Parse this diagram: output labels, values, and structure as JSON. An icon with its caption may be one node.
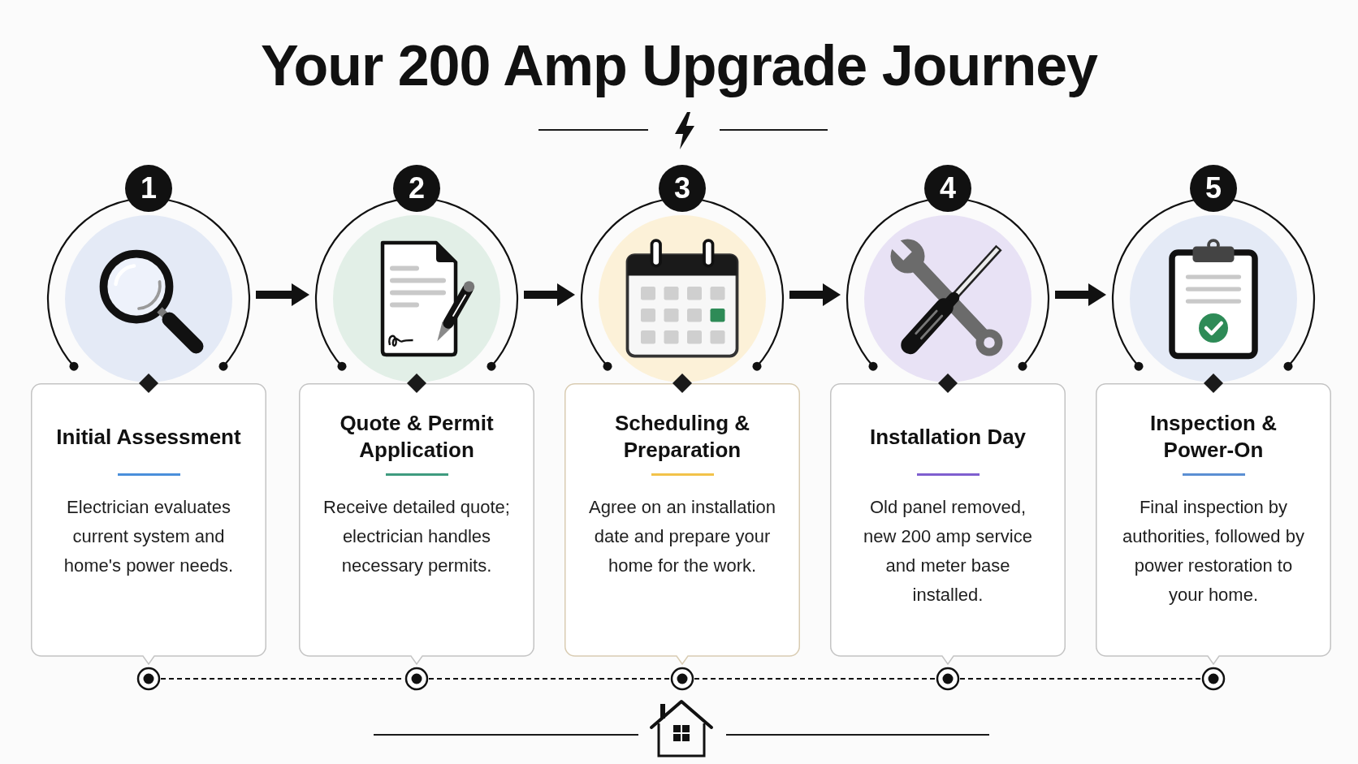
{
  "diagram": {
    "title": "Your 200 Amp Upgrade Journey",
    "nodes": [
      {
        "text": [
          "1"
        ]
      },
      {
        "text": [],
        "shape": "picture"
      },
      {
        "text": [
          "Initial Assessment",
          "Electrician evaluates current system and home's power needs."
        ]
      },
      {
        "text": [
          "2"
        ]
      },
      {
        "text": [],
        "shape": "picture"
      },
      {
        "text": [
          "Quote & Permit Application",
          "Receive detailed quote; electrician handles necessary permits."
        ]
      },
      {
        "text": [
          "3"
        ]
      },
      {
        "text": [],
        "shape": "picture"
      },
      {
        "text": [
          "Scheduling & Preparation",
          "Agree on an installation date and prepare your home for the work."
        ]
      },
      {
        "text": [
          "4"
        ]
      },
      {
        "text": [],
        "shape": "picture"
      },
      {
        "text": [
          "Installation Day",
          "Old panel removed, new 200 amp service and meter base installed."
        ]
      },
      {
        "text": [
          "5"
        ]
      },
      {
        "text": [],
        "shape": "picture"
      },
      {
        "text": [
          "Inspection & Power-On",
          "Final inspection by authorities, followed by power restoration to your home."
        ]
      },
      {
        "text": [],
        "shape": "circle"
      },
      {
        "text": [],
        "shape": "circle"
      },
      {
        "text": [],
        "shape": "circle"
      },
      {
        "text": [],
        "shape": "circle"
      },
      {
        "text": [],
        "shape": "circle"
      }
    ],
    "edges": [
      {
        "from": 1,
        "to": 4,
        "arrow": "to",
        "style": "thick"
      },
      {
        "from": 4,
        "to": 7,
        "arrow": "to",
        "style": "thick"
      },
      {
        "from": 7,
        "to": 10,
        "arrow": "to",
        "style": "thick"
      },
      {
        "from": 10,
        "to": 13,
        "arrow": "to",
        "style": "thick"
      },
      {
        "from": 15,
        "to": 16,
        "arrow": "none",
        "style": "dashed"
      },
      {
        "from": 16,
        "to": 17,
        "arrow": "none",
        "style": "dashed"
      },
      {
        "from": 17,
        "to": 18,
        "arrow": "none",
        "style": "dashed"
      },
      {
        "from": 18,
        "to": 19,
        "arrow": "none",
        "style": "dashed"
      }
    ]
  }
}
